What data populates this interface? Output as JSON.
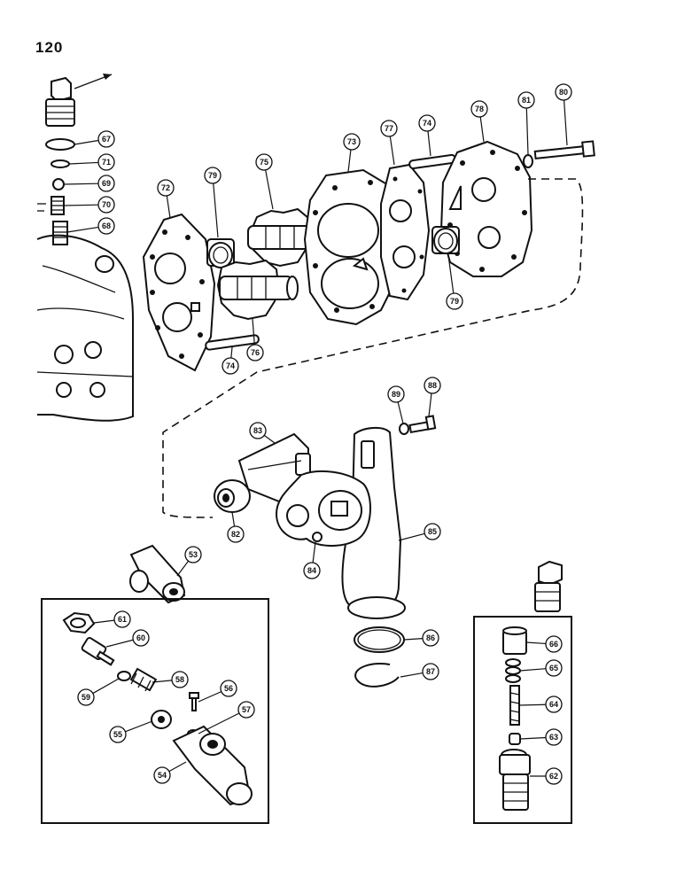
{
  "page": {
    "number": "120"
  },
  "callouts": [
    {
      "id": "c67",
      "label": "67"
    },
    {
      "id": "c71",
      "label": "71"
    },
    {
      "id": "c69",
      "label": "69"
    },
    {
      "id": "c70",
      "label": "70"
    },
    {
      "id": "c68",
      "label": "68"
    },
    {
      "id": "c72",
      "label": "72"
    },
    {
      "id": "c79a",
      "label": "79"
    },
    {
      "id": "c75",
      "label": "75"
    },
    {
      "id": "c73",
      "label": "73"
    },
    {
      "id": "c77",
      "label": "77"
    },
    {
      "id": "c74a",
      "label": "74"
    },
    {
      "id": "c78",
      "label": "78"
    },
    {
      "id": "c81",
      "label": "81"
    },
    {
      "id": "c80",
      "label": "80"
    },
    {
      "id": "c79b",
      "label": "79"
    },
    {
      "id": "c74b",
      "label": "74"
    },
    {
      "id": "c76",
      "label": "76"
    },
    {
      "id": "c89",
      "label": "89"
    },
    {
      "id": "c88",
      "label": "88"
    },
    {
      "id": "c83",
      "label": "83"
    },
    {
      "id": "c82",
      "label": "82"
    },
    {
      "id": "c85",
      "label": "85"
    },
    {
      "id": "c84",
      "label": "84"
    },
    {
      "id": "c53",
      "label": "53"
    },
    {
      "id": "c61",
      "label": "61"
    },
    {
      "id": "c60",
      "label": "60"
    },
    {
      "id": "c59",
      "label": "59"
    },
    {
      "id": "c58",
      "label": "58"
    },
    {
      "id": "c56",
      "label": "56"
    },
    {
      "id": "c57",
      "label": "57"
    },
    {
      "id": "c55",
      "label": "55"
    },
    {
      "id": "c54",
      "label": "54"
    },
    {
      "id": "c86",
      "label": "86"
    },
    {
      "id": "c87",
      "label": "87"
    },
    {
      "id": "c66",
      "label": "66"
    },
    {
      "id": "c65",
      "label": "65"
    },
    {
      "id": "c64",
      "label": "64"
    },
    {
      "id": "c63",
      "label": "63"
    },
    {
      "id": "c62",
      "label": "62"
    }
  ]
}
